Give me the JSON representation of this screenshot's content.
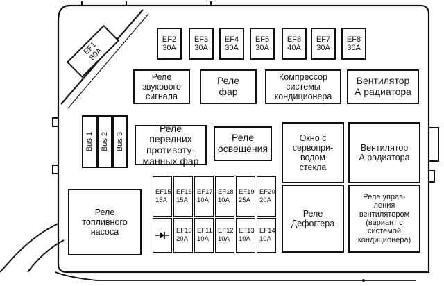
{
  "ef1": {
    "name": "EF1",
    "rating": "80A"
  },
  "top_fuses": [
    {
      "name": "EF2",
      "rating": "30A"
    },
    {
      "name": "EF3",
      "rating": "30A"
    },
    {
      "name": "EF4",
      "rating": "30A"
    },
    {
      "name": "EF5",
      "rating": "30A"
    },
    {
      "name": "EF8",
      "rating": "40A"
    },
    {
      "name": "EF7",
      "rating": "30A"
    },
    {
      "name": "EF8",
      "rating": "30A"
    }
  ],
  "relays": {
    "horn": "Реле\nзвукового\nсигнала",
    "headlight": "Реле\nфар",
    "ac_compressor": "Компрессор\nсистемы\nкондиционера",
    "fan_a_top": "Вентилятор\nА радиатора",
    "front_fog": "Реле передних\nпротивоту-\nманных фар",
    "lighting": "Реле\nосвещения",
    "power_window": "Окно с\nсервопри-\nводом\nстекла",
    "fan_a_mid": "Вентилятор\nА радиатора",
    "fuel_pump": "Реле\nтопливного\nнасоса",
    "defogger": "Реле\nДефоггера",
    "fan_control": "Реле управ-\nления\nвентилятором\n(вариант с\nсистемой\nкондиционера)"
  },
  "buses": [
    "Bus 1",
    "Bus 2",
    "Bus 3"
  ],
  "fuse_row_upper": [
    {
      "name": "EF15",
      "rating": "15A"
    },
    {
      "name": "EF16",
      "rating": "15A"
    },
    {
      "name": "EF17",
      "rating": "10A"
    },
    {
      "name": "EF18",
      "rating": "10A"
    },
    {
      "name": "EF19",
      "rating": "25A"
    },
    {
      "name": "EF20",
      "rating": "20A"
    }
  ],
  "fuse_row_lower": [
    {
      "name": "EF10",
      "rating": "20A"
    },
    {
      "name": "EF11",
      "rating": "10A"
    },
    {
      "name": "EF12",
      "rating": "10A"
    },
    {
      "name": "EF13",
      "rating": "10A"
    },
    {
      "name": "EF14",
      "rating": "10A"
    }
  ],
  "diode_icon": "diode-icon"
}
